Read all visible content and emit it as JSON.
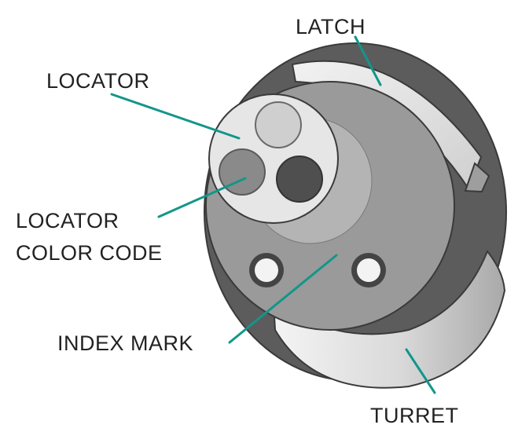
{
  "labels": {
    "latch": "LATCH",
    "locator": "LOCATOR",
    "locator_color_code_line1": "LOCATOR",
    "locator_color_code_line2": "COLOR CODE",
    "index_mark": "INDEX MARK",
    "turret": "TURRET"
  },
  "colors": {
    "leader_line": "#12968a",
    "body_dark": "#5c5c5c",
    "face_mid": "#9a9a9a",
    "locator_disc": "#e6e6e6",
    "color_code_dot": "#8a8a8a",
    "dark_dot": "#4f4f4f",
    "light_dot": "#cfcfcf"
  }
}
